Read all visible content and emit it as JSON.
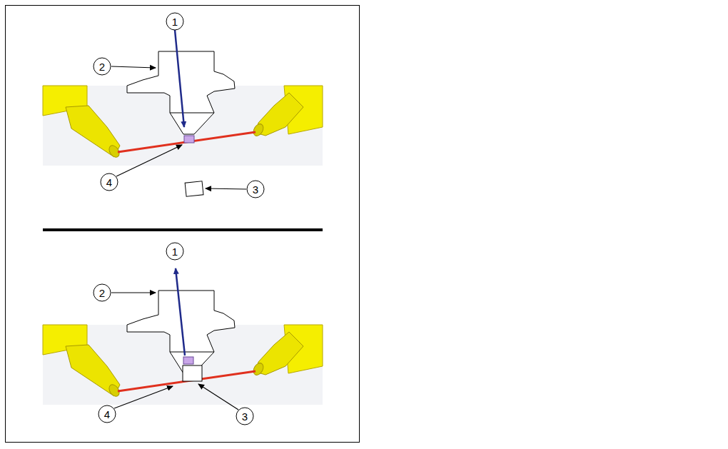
{
  "diagram": {
    "labels": [
      "1",
      "2",
      "4",
      "3",
      "1",
      "2",
      "4",
      "3"
    ]
  }
}
